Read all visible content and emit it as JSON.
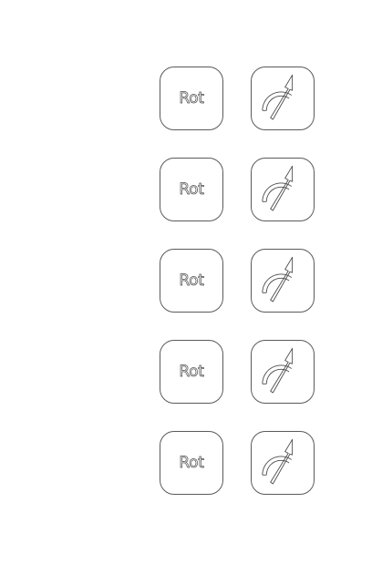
{
  "rows": [
    {
      "text_button": {
        "label": "Rot"
      },
      "icon_button": {
        "icon": "rotate-arc-arrow-icon"
      }
    },
    {
      "text_button": {
        "label": "Rot"
      },
      "icon_button": {
        "icon": "rotate-arc-arrow-icon"
      }
    },
    {
      "text_button": {
        "label": "Rot"
      },
      "icon_button": {
        "icon": "rotate-arc-arrow-icon"
      }
    },
    {
      "text_button": {
        "label": "Rot"
      },
      "icon_button": {
        "icon": "rotate-arc-arrow-icon"
      }
    },
    {
      "text_button": {
        "label": "Rot"
      },
      "icon_button": {
        "icon": "rotate-arc-arrow-icon"
      }
    }
  ],
  "colors": {
    "outline": "#4a4a4a",
    "fill": "#ffffff"
  }
}
